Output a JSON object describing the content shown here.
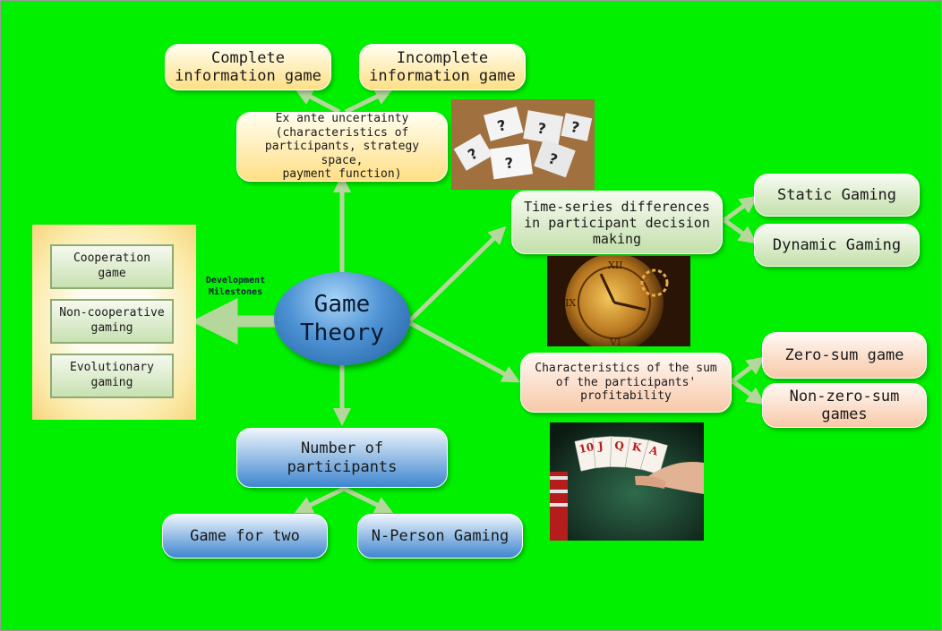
{
  "center": {
    "line1": "Game",
    "line2": "Theory"
  },
  "development": {
    "label_line1": "Development",
    "label_line2": "Milestones",
    "items": [
      "Cooperation\ngame",
      "Non-cooperative\ngaming",
      "Evolutionary\ngaming"
    ]
  },
  "uncertainty": {
    "label": "Ex ante uncertainty\n(characteristics of\nparticipants, strategy space,\npayment function)",
    "children": [
      "Complete\ninformation game",
      "Incomplete\ninformation game"
    ]
  },
  "time_series": {
    "label": "Time-series differences\nin participant decision\nmaking",
    "children": [
      "Static Gaming",
      "Dynamic Gaming"
    ]
  },
  "profitability": {
    "label": "Characteristics of the sum\nof the participants'\nprofitability",
    "children": [
      "Zero-sum game",
      "Non-zero-sum\ngames"
    ]
  },
  "participants": {
    "label": "Number of participants",
    "children": [
      "Game for two",
      "N-Person Gaming"
    ]
  },
  "photos": {
    "question_marks": "question-marks-photo",
    "clock": "clock-photo",
    "cards": "playing-cards-photo"
  },
  "colors": {
    "background": "#00f000",
    "arrow": "#b5d79b",
    "yellow_node": "#ffdf85",
    "green_node": "#c3dfaa",
    "peach_node": "#f8c9a9",
    "blue_node": "#3e86cf"
  }
}
